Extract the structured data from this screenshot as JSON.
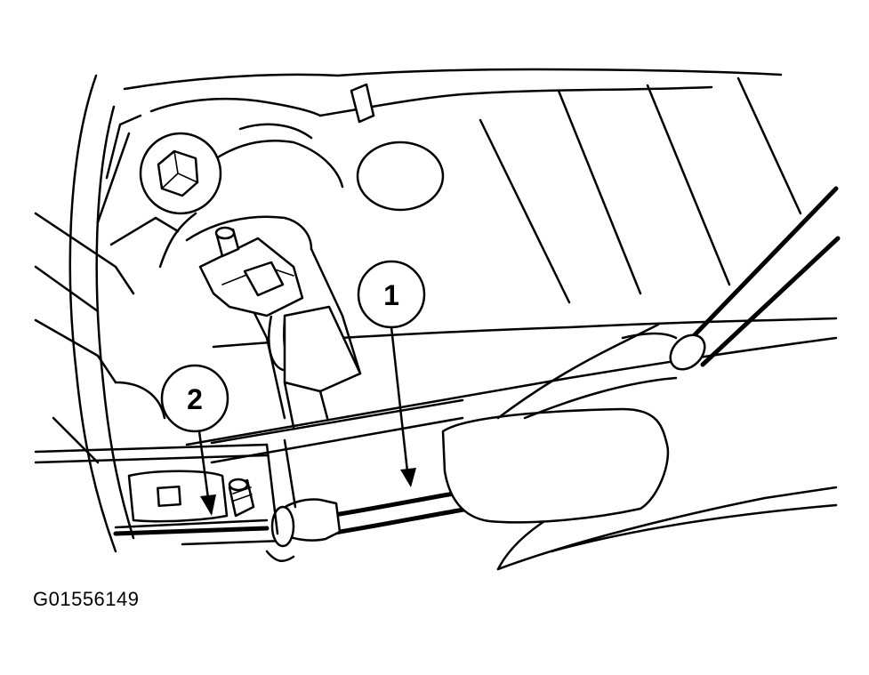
{
  "figure": {
    "id": "G01556149"
  },
  "callouts": [
    {
      "number": "1"
    },
    {
      "number": "2"
    }
  ]
}
